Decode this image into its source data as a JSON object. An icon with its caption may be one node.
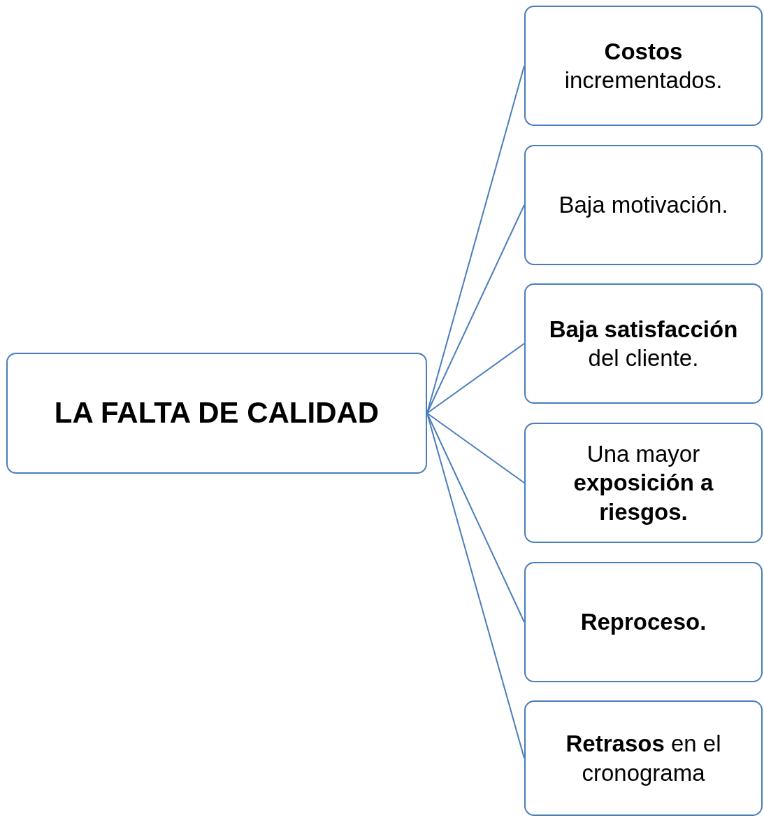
{
  "diagram": {
    "nodes": [
      {
        "text": [
          "LA FALTA DE CALIDAD"
        ]
      },
      {
        "text": [
          "**Costos** incrementados."
        ]
      },
      {
        "text": [
          "Baja motivación."
        ]
      },
      {
        "text": [
          "**Baja satisfacción** del cliente."
        ]
      },
      {
        "text": [
          "Una mayor **exposición a riesgos.**"
        ]
      },
      {
        "text": [
          "Reproceso."
        ]
      },
      {
        "text": [
          "**Retrasos** en el cronograma"
        ]
      }
    ],
    "edges": [
      {
        "from": 0,
        "to": 1,
        "arrow": "none"
      },
      {
        "from": 0,
        "to": 2,
        "arrow": "none"
      },
      {
        "from": 0,
        "to": 3,
        "arrow": "none"
      },
      {
        "from": 0,
        "to": 4,
        "arrow": "none"
      },
      {
        "from": 0,
        "to": 5,
        "arrow": "none"
      },
      {
        "from": 0,
        "to": 6,
        "arrow": "none"
      }
    ]
  }
}
